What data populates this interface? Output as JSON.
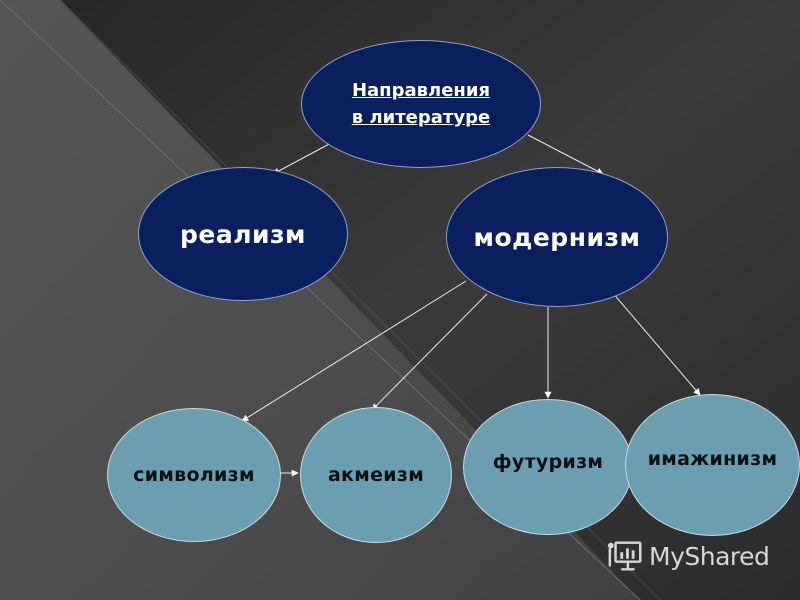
{
  "diagram": {
    "root": {
      "line1": "Направления",
      "line2": "в литературе"
    },
    "level1": {
      "realism": "реализм",
      "modernism": "модернизм"
    },
    "level2": {
      "symbolism": "символизм",
      "acmeism": "акмеизм",
      "futurism": "футуризм",
      "imaginism": "имажинизм"
    }
  },
  "watermark": {
    "text": "MyShared",
    "icon": "presentation-board-icon"
  },
  "colors": {
    "dark_node": "#0a1f5e",
    "light_node": "#6b9fb0",
    "background": "#3a3a3a"
  }
}
